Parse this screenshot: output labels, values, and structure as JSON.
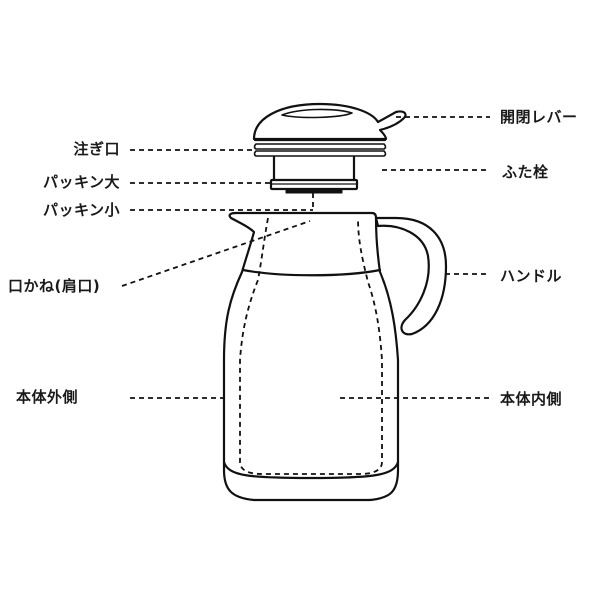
{
  "diagram": {
    "subject": "vacuum jug parts diagram",
    "line_color": "#111111",
    "labels_left": [
      {
        "id": "spout",
        "text": "注ぎ口"
      },
      {
        "id": "gasket-large",
        "text": "パッキン大"
      },
      {
        "id": "gasket-small",
        "text": "パッキン小"
      },
      {
        "id": "mouth-ring",
        "text": "口かね(肩口)"
      },
      {
        "id": "body-outer",
        "text": "本体外側"
      }
    ],
    "labels_right": [
      {
        "id": "open-close-lever",
        "text": "開閉レバー"
      },
      {
        "id": "lid-stopper",
        "text": "ふた栓"
      },
      {
        "id": "handle",
        "text": "ハンドル"
      },
      {
        "id": "body-inner",
        "text": "本体内側"
      }
    ]
  }
}
